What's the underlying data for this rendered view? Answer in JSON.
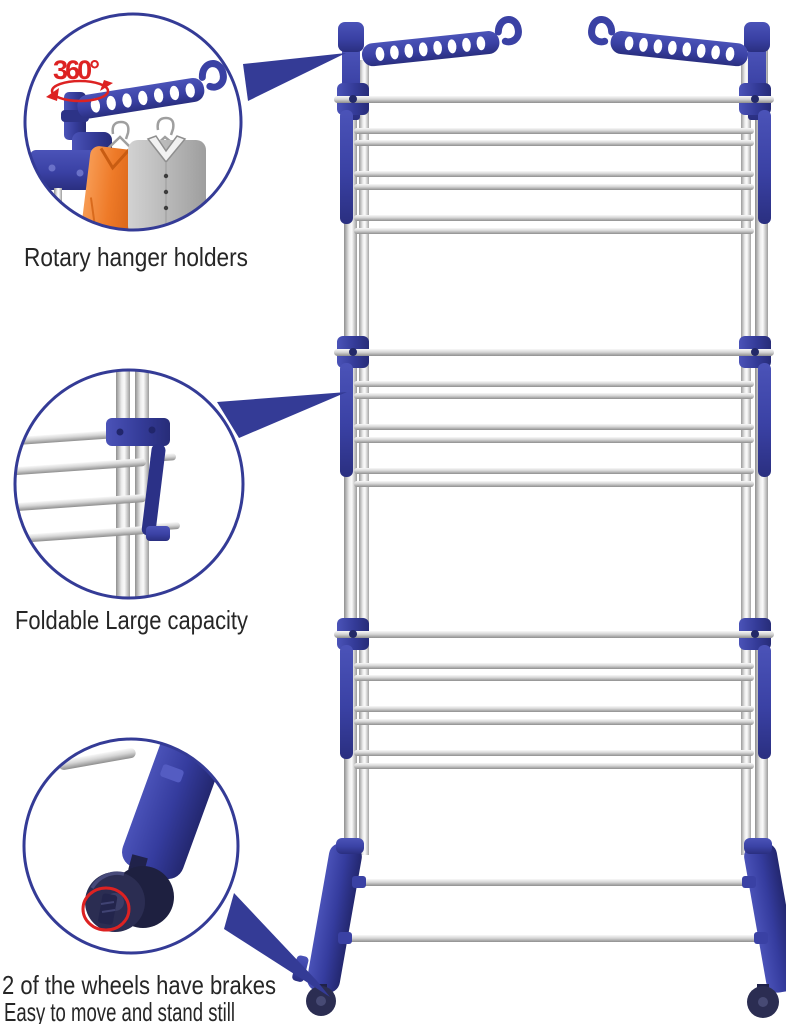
{
  "callouts": {
    "rotary": {
      "badge": "360°",
      "label": "Rotary hanger holders"
    },
    "foldable": {
      "label": "Foldable Large capacity"
    },
    "wheels": {
      "line1": "2 of the wheels have brakes",
      "line2": "Easy to move and stand still"
    }
  },
  "colors": {
    "plastic_blue": "#3a41a4",
    "navy_outline": "#343b96",
    "wheel_navy": "#2b2d52",
    "accent_red": "#dd2222",
    "shirt_orange": "#ee7a28",
    "shirt_gray": "#b9b9b9",
    "rod_silver": "#cfcfcf",
    "text": "#262626",
    "background": "#ffffff"
  }
}
